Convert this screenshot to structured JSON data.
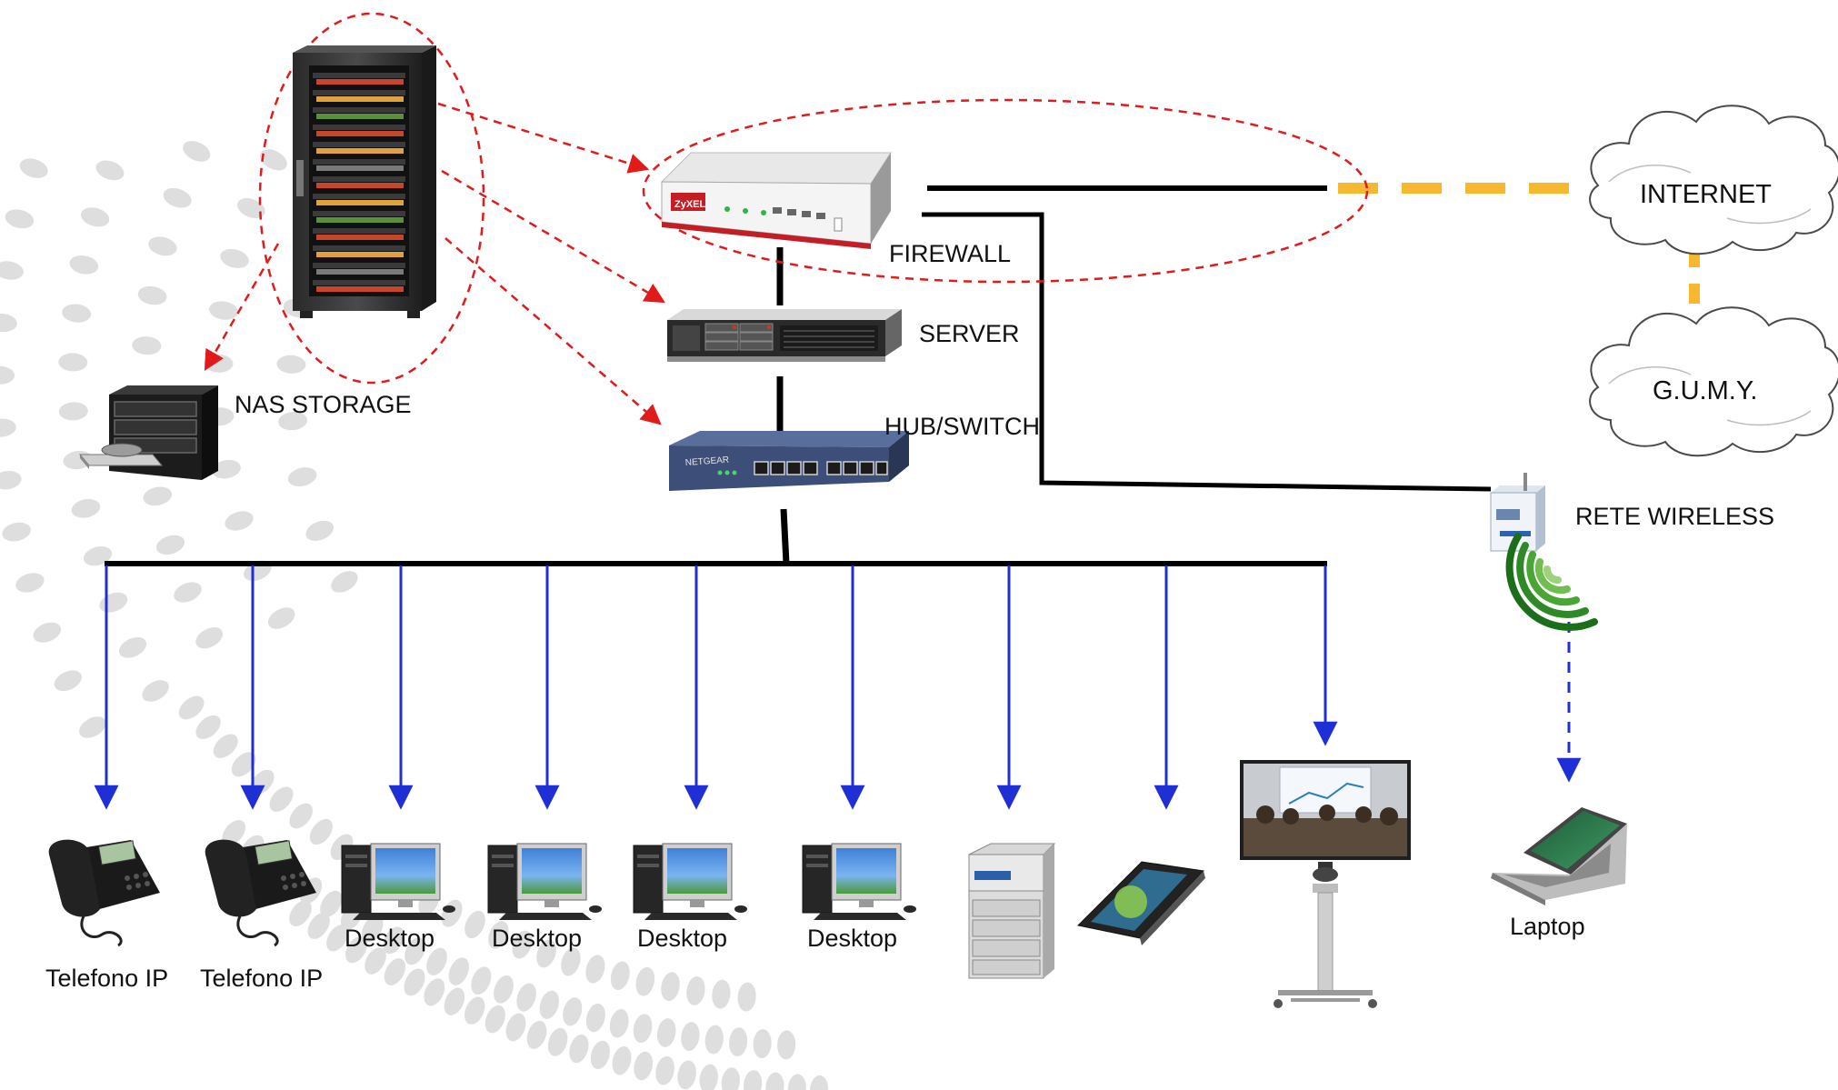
{
  "labels": {
    "firewall": "FIREWALL",
    "server": "SERVER",
    "hub_switch": "HUB/SWITCH",
    "nas_storage": "NAS STORAGE",
    "internet": "INTERNET",
    "gumy": "G.U.M.Y.",
    "wireless": "RETE WIRELESS",
    "laptop": "Laptop",
    "ip_phones": [
      "Telefono IP",
      "Telefono IP"
    ],
    "desktops": [
      "Desktop",
      "Desktop",
      "Desktop",
      "Desktop"
    ]
  },
  "icons": {
    "rack": "server-rack-icon",
    "firewall": "firewall-appliance-icon",
    "server": "rack-server-icon",
    "switch": "network-switch-icon",
    "nas": "nas-storage-icon",
    "internet_cloud": "cloud-icon",
    "gumy_cloud": "cloud-icon",
    "wireless_router": "wireless-router-icon",
    "wifi_signal": "wifi-signal-icon",
    "ip_phone": "ip-phone-icon",
    "desktop": "desktop-computer-icon",
    "printer": "multifunction-printer-icon",
    "smartphone": "smartphone-icon",
    "video_conference": "video-conference-icon",
    "laptop": "laptop-icon"
  },
  "colors": {
    "cable": "#000000",
    "lan_drop": "#1f2fd6",
    "rack_link": "#e11b1b",
    "internet_link": "#f5b82e",
    "highlight_ellipse": "#e11b1b",
    "wifi_gradient": "#2aa12a",
    "background_dots": "#dcdcdc"
  }
}
